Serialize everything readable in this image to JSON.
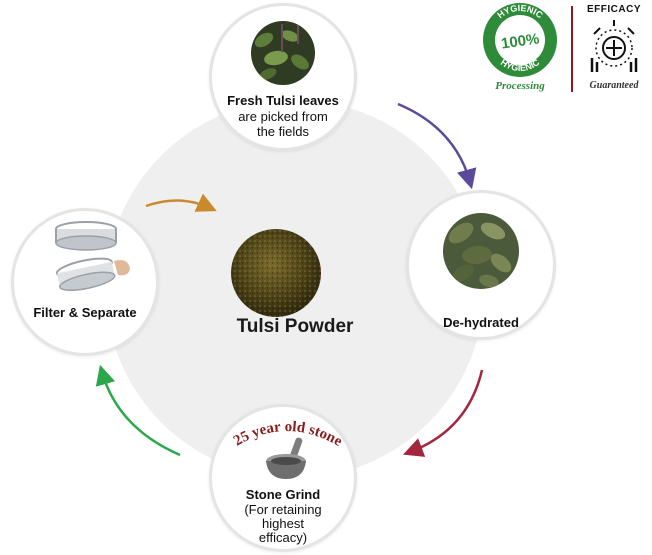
{
  "center": {
    "title": "Tulsi Powder"
  },
  "steps": {
    "fresh": {
      "title": "Fresh Tulsi leaves",
      "line1": "are picked from",
      "line2": "the fields"
    },
    "dehydrated": {
      "title": "De-hydrated"
    },
    "grind": {
      "badge": "25 year  old stone",
      "title": "Stone Grind",
      "line1": "(For retaining",
      "line2": "highest",
      "line3": "efficacy)"
    },
    "filter": {
      "title": "Filter & Separate"
    }
  },
  "badges": {
    "hygienic": {
      "ring_top": "HYGIENIC",
      "ring_bottom": "HYGIENIC",
      "percent": "100%",
      "caption": "Processing"
    },
    "efficacy": {
      "title": "EFFICACY",
      "caption": "Guaranteed"
    }
  },
  "colors": {
    "arrow_purple": "#5b4a9c",
    "arrow_crimson": "#a3263f",
    "arrow_green": "#2aa84a",
    "arrow_orange": "#c98a2e",
    "badge_green": "#2e8b3a",
    "badge_red": "#8b1a1a"
  }
}
